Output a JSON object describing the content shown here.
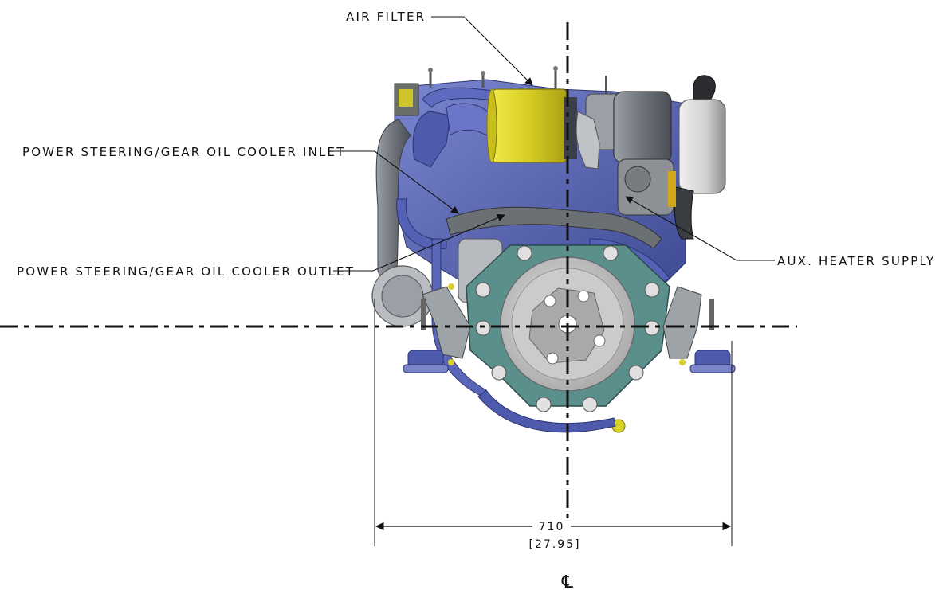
{
  "callouts": {
    "air_filter": "AIR FILTER",
    "ps_inlet": "POWER STEERING/GEAR OIL COOLER INLET",
    "ps_outlet": "POWER STEERING/GEAR OIL COOLER OUTLET",
    "aux_heater": "AUX. HEATER SUPPLY"
  },
  "dimension": {
    "metric": "710",
    "imperial": "[27.95]"
  },
  "centerline_symbol": "℄",
  "colors": {
    "engine_blue": "#5a66b8",
    "filter_yellow": "#d8d02a",
    "bellhousing_teal": "#5b8f8c",
    "flywheel_grey": "#c8c8c8",
    "hose_grey": "#6f7479",
    "line": "#111111"
  }
}
